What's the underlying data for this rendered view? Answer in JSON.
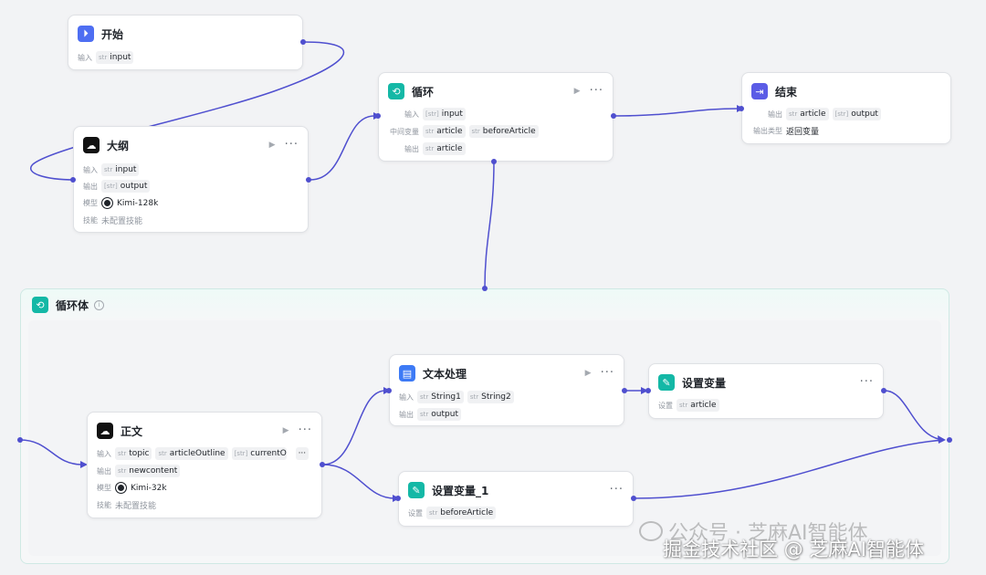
{
  "colors": {
    "edge": "#4f4fcf",
    "loop_accent": "#14b8a6",
    "start_icon": "#4e6ef2",
    "end_icon": "#5b5ce6"
  },
  "labels": {
    "input": "输入",
    "output": "输出",
    "model": "模型",
    "skill": "技能",
    "intermediate": "中间变量",
    "set": "设置",
    "output_type": "输出类型",
    "type_str": "str",
    "type_list": "[str]"
  },
  "nodes": {
    "start": {
      "title": "开始",
      "icon": "start-icon",
      "input_var": "input"
    },
    "outline": {
      "title": "大纲",
      "icon": "llm-icon",
      "input_var": "input",
      "output_var": "output",
      "model": "Kimi-128k",
      "skill": "未配置技能"
    },
    "loop": {
      "title": "循环",
      "icon": "loop-icon",
      "input_var": "input",
      "intermediate_vars": [
        "article",
        "beforeArticle"
      ],
      "output_var": "article"
    },
    "end": {
      "title": "结束",
      "icon": "end-icon",
      "output_vars": [
        "article",
        "output"
      ],
      "output_type": "返回变量"
    },
    "loop_body": {
      "title": "循环体",
      "icon": "loop-icon"
    },
    "text_process": {
      "title": "文本处理",
      "icon": "text-process-icon",
      "input_vars": [
        "String1",
        "String2"
      ],
      "output_var": "output"
    },
    "set_var": {
      "title": "设置变量",
      "icon": "set-variable-icon",
      "set_var": "article"
    },
    "body": {
      "title": "正文",
      "icon": "llm-icon",
      "input_vars": [
        "topic",
        "articleOutline",
        "currentOut"
      ],
      "output_var": "newcontent",
      "model": "Kimi-32k",
      "skill": "未配置技能"
    },
    "set_var_1": {
      "title": "设置变量_1",
      "icon": "set-variable-icon",
      "set_var": "beforeArticle"
    }
  },
  "watermark": {
    "line1": "公众号 · 芝麻AI智能体",
    "line2": "掘金技术社区 @ 芝麻AI智能体"
  }
}
